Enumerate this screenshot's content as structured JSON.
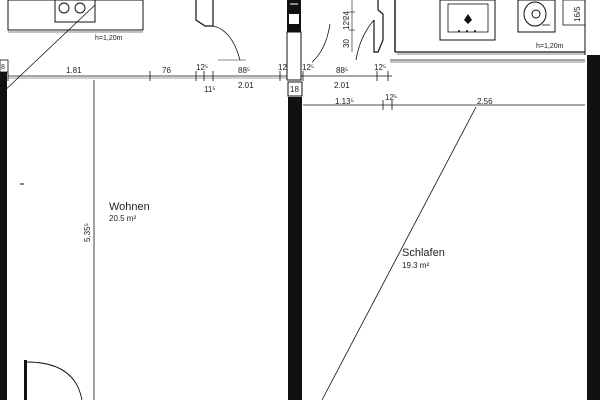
{
  "rooms": {
    "wohnen": {
      "name": "Wohnen",
      "area": "20.5 m²"
    },
    "schlafen": {
      "name": "Schlafen",
      "area": "19.3 m²"
    }
  },
  "dims": {
    "d181": "1.81",
    "d76": "76",
    "d125a": "12⁵",
    "d115": "11⁵",
    "d885a": "88⁵",
    "d201a": "2.01",
    "d125b": "12⁵",
    "d18": "18",
    "d125c": "12⁵",
    "d885b": "88⁵",
    "d201b": "2.01",
    "d125d": "12⁵",
    "d1135": "1.13⁵",
    "d125e": "12⁵",
    "d256": "2.56",
    "d535": "5.35⁵",
    "d30": "30",
    "d125v": "12⁵",
    "d24": "24",
    "d165": "16/5"
  },
  "heights": {
    "left": "h=1,20m",
    "right": "h=1,20m"
  },
  "edge_marks": {
    "left": "8"
  }
}
